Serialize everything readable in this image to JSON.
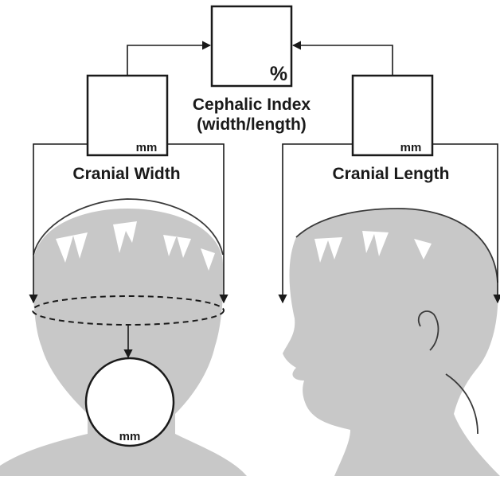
{
  "diagram": {
    "index_box": {
      "unit": "%",
      "title_line1": "Cephalic Index",
      "title_line2": "(width/length)"
    },
    "width_box": {
      "unit": "mm",
      "label": "Cranial Width"
    },
    "length_box": {
      "unit": "mm",
      "label": "Cranial Length"
    },
    "circumference_circle": {
      "unit": "mm"
    }
  },
  "colors": {
    "skin": "#c8c8c8",
    "stroke": "#1a1a1a",
    "background": "#ffffff"
  }
}
